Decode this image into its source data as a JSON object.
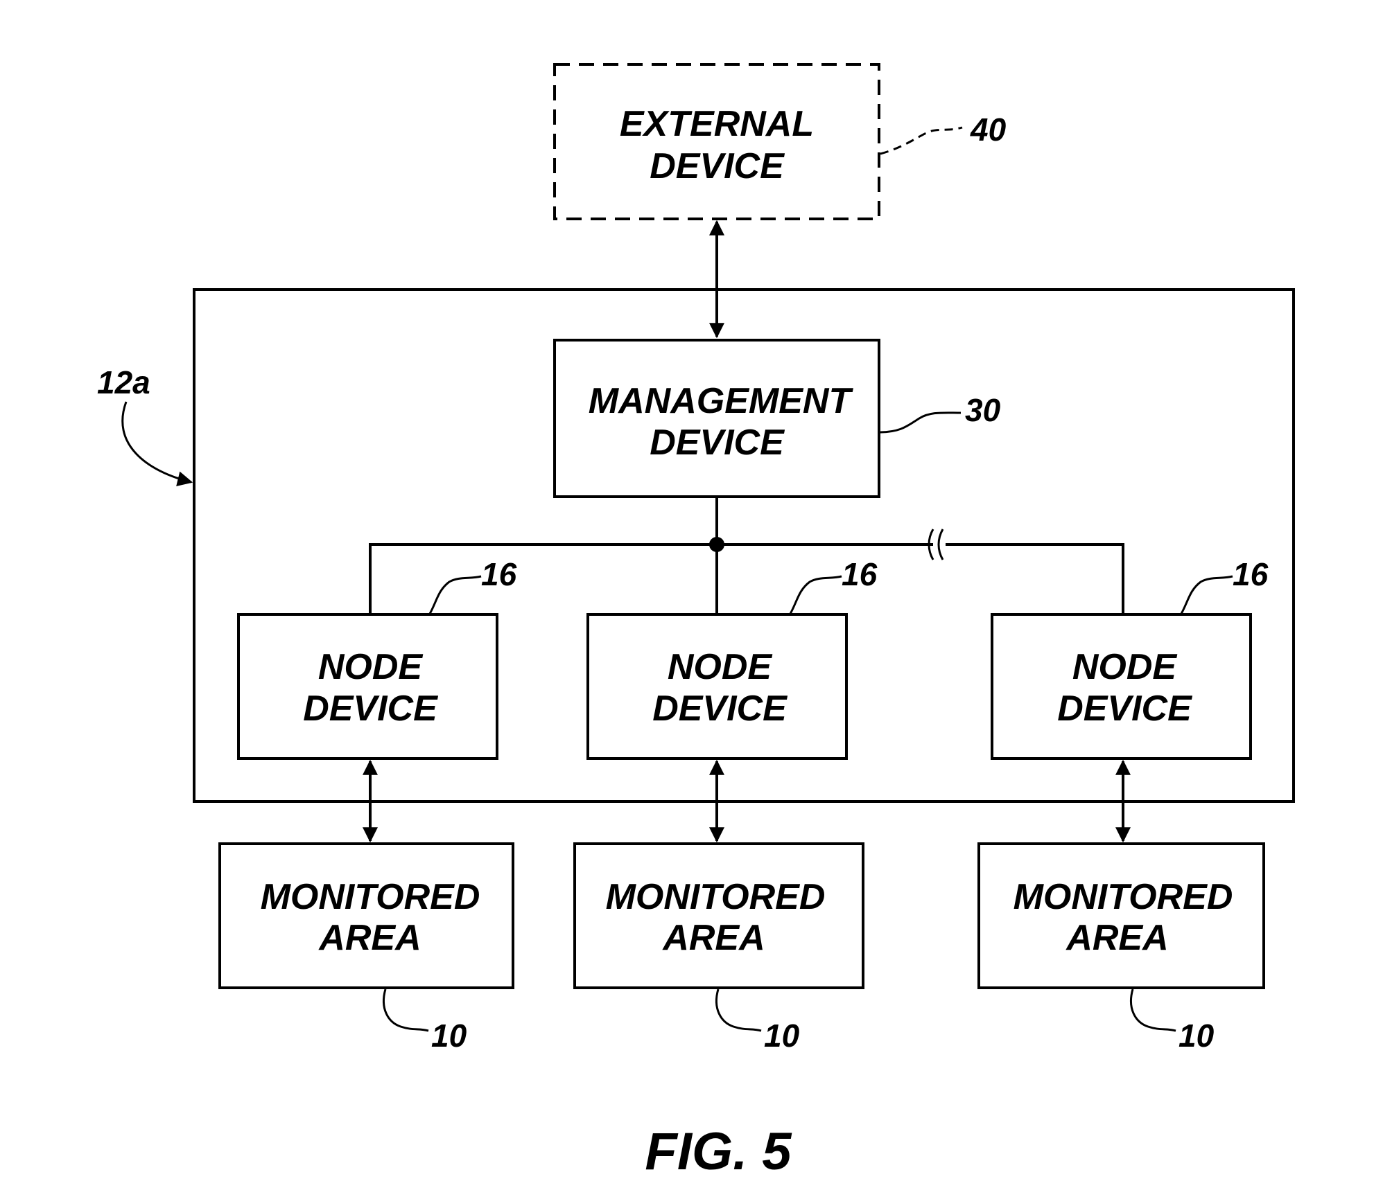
{
  "external_device": {
    "line1": "EXTERNAL",
    "line2": "DEVICE",
    "ref": "40"
  },
  "system": {
    "ref": "12a"
  },
  "management_device": {
    "line1": "MANAGEMENT",
    "line2": "DEVICE",
    "ref": "30"
  },
  "node_devices": [
    {
      "line1": "NODE",
      "line2": "DEVICE",
      "ref": "16"
    },
    {
      "line1": "NODE",
      "line2": "DEVICE",
      "ref": "16"
    },
    {
      "line1": "NODE",
      "line2": "DEVICE",
      "ref": "16"
    }
  ],
  "monitored_areas": [
    {
      "line1": "MONITORED",
      "line2": "AREA",
      "ref": "10"
    },
    {
      "line1": "MONITORED",
      "line2": "AREA",
      "ref": "10"
    },
    {
      "line1": "MONITORED",
      "line2": "AREA",
      "ref": "10"
    }
  ],
  "caption": "FIG. 5"
}
